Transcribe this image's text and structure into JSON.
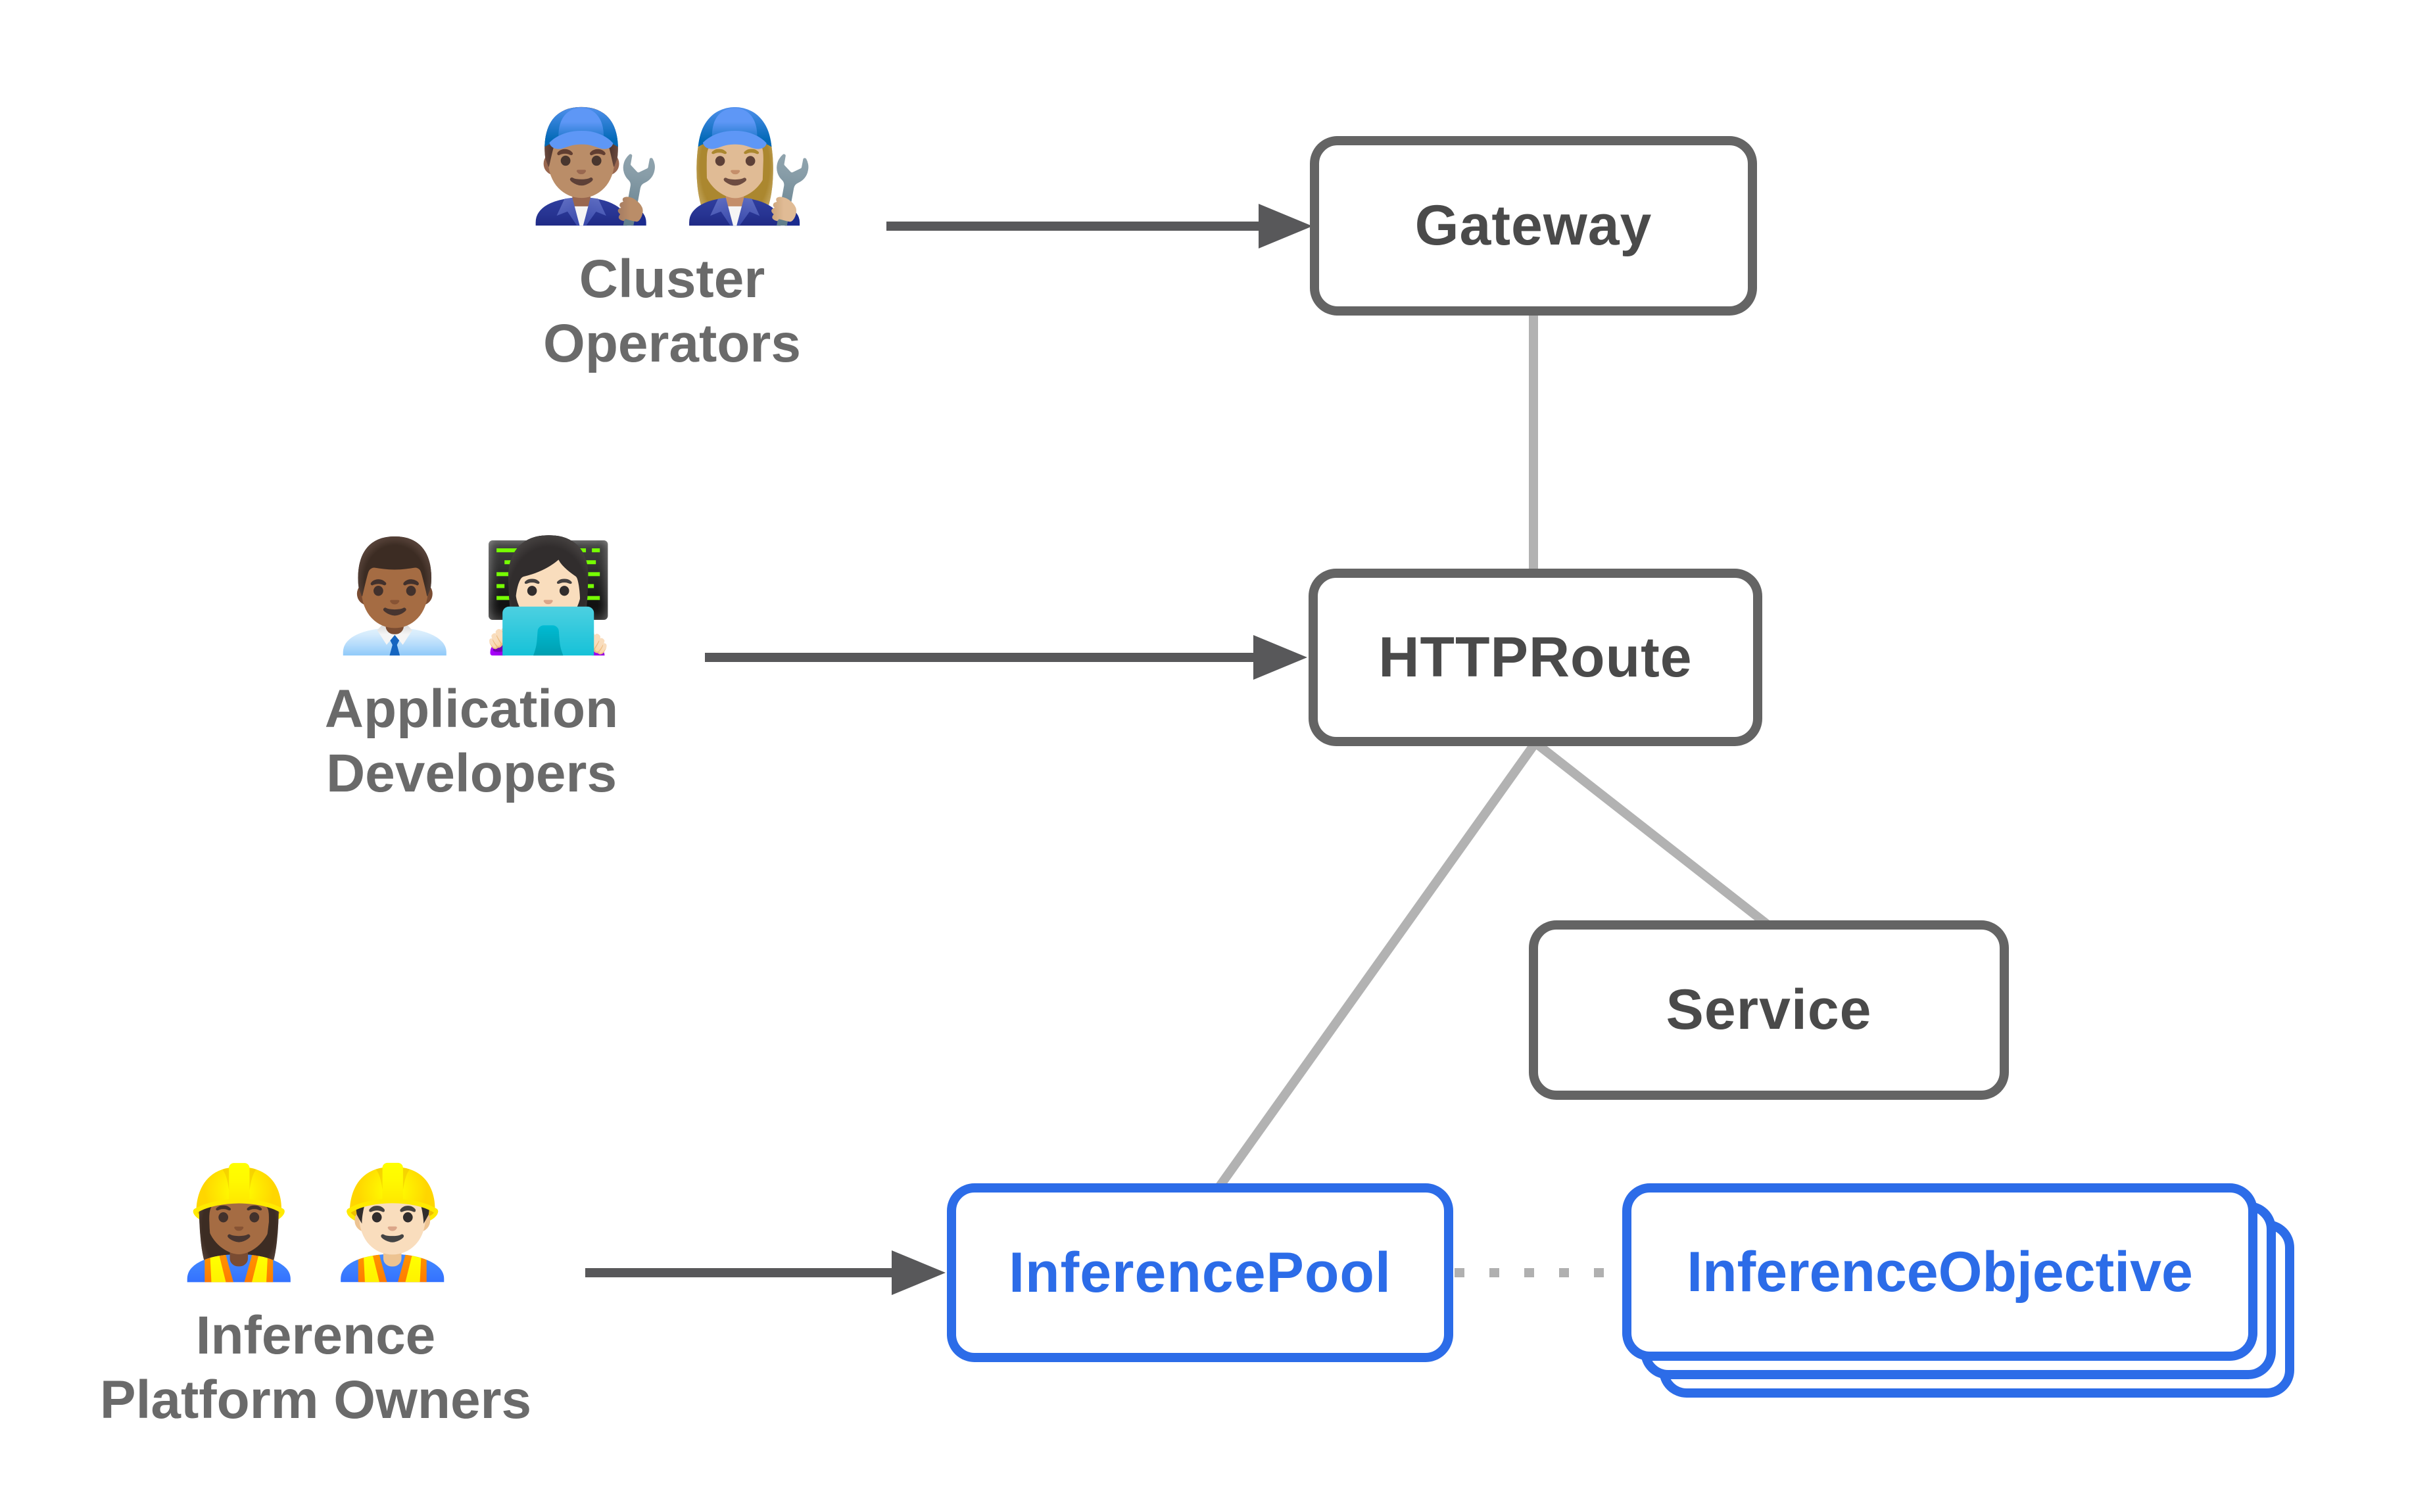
{
  "title": "Gateway API Inference Extension roles and resources diagram",
  "actors": {
    "cluster_operators": {
      "emoji_1": "👨🏽‍🔧",
      "emoji_2": "👩🏼‍🔧",
      "line1": "Cluster",
      "line2": "Operators"
    },
    "application_developers": {
      "emoji_1": "👨🏾‍💼",
      "emoji_2": "👩🏻‍💻",
      "line1": "Application",
      "line2": "Developers"
    },
    "inference_platform_owners": {
      "emoji_1": "👷🏾‍♀️",
      "emoji_2": "👷🏻‍♂️",
      "line1": "Inference",
      "line2": "Platform Owners"
    }
  },
  "nodes": {
    "gateway": {
      "label": "Gateway",
      "type": "core"
    },
    "httproute": {
      "label": "HTTPRoute",
      "type": "core"
    },
    "service": {
      "label": "Service",
      "type": "core"
    },
    "inferencepool": {
      "label": "InferencePool",
      "type": "extension"
    },
    "inferenceobjective": {
      "label": "InferenceObjective",
      "type": "extension",
      "stacked": true
    }
  },
  "edges": [
    {
      "from": "cluster-operators",
      "to": "gateway",
      "style": "solid-arrow"
    },
    {
      "from": "application-developers",
      "to": "httproute",
      "style": "solid-arrow"
    },
    {
      "from": "inference-platform-owners",
      "to": "inferencepool",
      "style": "solid-arrow"
    },
    {
      "from": "gateway",
      "to": "httproute",
      "style": "plain-line"
    },
    {
      "from": "httproute",
      "to": "inferencepool",
      "style": "plain-line"
    },
    {
      "from": "httproute",
      "to": "service",
      "style": "plain-line"
    },
    {
      "from": "inferencepool",
      "to": "inferenceobjective",
      "style": "dotted-line"
    }
  ],
  "colors": {
    "background": "#ffffff",
    "core_border": "#646464",
    "core_text": "#4a4a4a",
    "extension_accent": "#2c6ce8",
    "actor_label": "#6a6a6a",
    "arrow": "#58585a",
    "connector": "#b2b2b2",
    "dotted_connector": "#b0b0b0"
  }
}
